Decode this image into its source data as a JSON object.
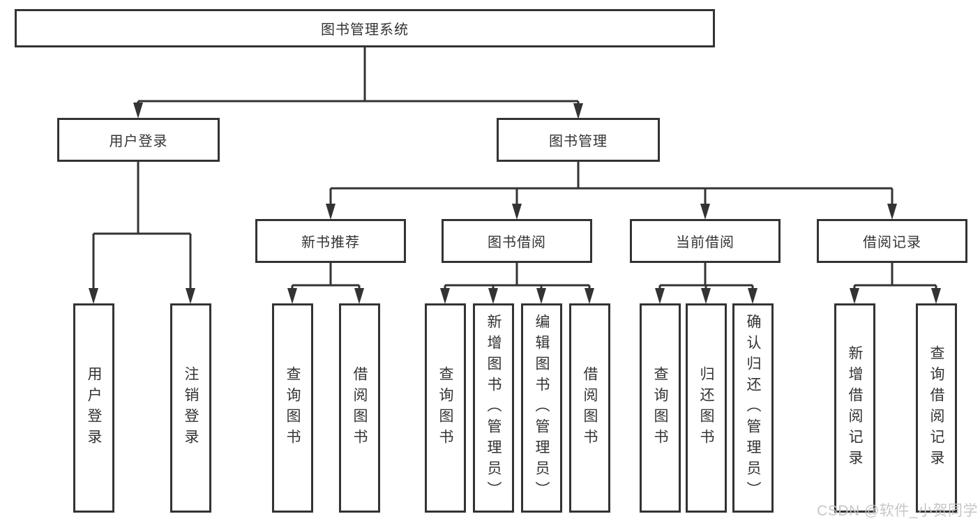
{
  "diagram": {
    "root": {
      "label": "图书管理系统"
    },
    "level2": [
      {
        "label": "用户登录"
      },
      {
        "label": "图书管理"
      }
    ],
    "level3": [
      {
        "label": "新书推荐",
        "parent": "图书管理"
      },
      {
        "label": "图书借阅",
        "parent": "图书管理"
      },
      {
        "label": "当前借阅",
        "parent": "图书管理"
      },
      {
        "label": "借阅记录",
        "parent": "图书管理"
      }
    ],
    "leaves": [
      {
        "label": "用户登录",
        "parent": "用户登录"
      },
      {
        "label": "注销登录",
        "parent": "用户登录"
      },
      {
        "label": "查询图书",
        "parent": "新书推荐"
      },
      {
        "label": "借阅图书",
        "parent": "新书推荐"
      },
      {
        "label": "查询图书",
        "parent": "图书借阅"
      },
      {
        "label": "新增图书（管理员）",
        "parent": "图书借阅"
      },
      {
        "label": "编辑图书（管理员）",
        "parent": "图书借阅"
      },
      {
        "label": "借阅图书",
        "parent": "图书借阅"
      },
      {
        "label": "查询图书",
        "parent": "当前借阅"
      },
      {
        "label": "归还图书",
        "parent": "当前借阅"
      },
      {
        "label": "确认归还（管理员）",
        "parent": "当前借阅"
      },
      {
        "label": "新增借阅记录",
        "parent": "借阅记录"
      },
      {
        "label": "查询借阅记录",
        "parent": "借阅记录"
      }
    ],
    "watermark": {
      "text": "CSDN @软件_小贺同学"
    },
    "colors": {
      "line": "#333333",
      "text": "#333333",
      "background": "#ffffff",
      "watermark": "#c2c2c2"
    }
  }
}
